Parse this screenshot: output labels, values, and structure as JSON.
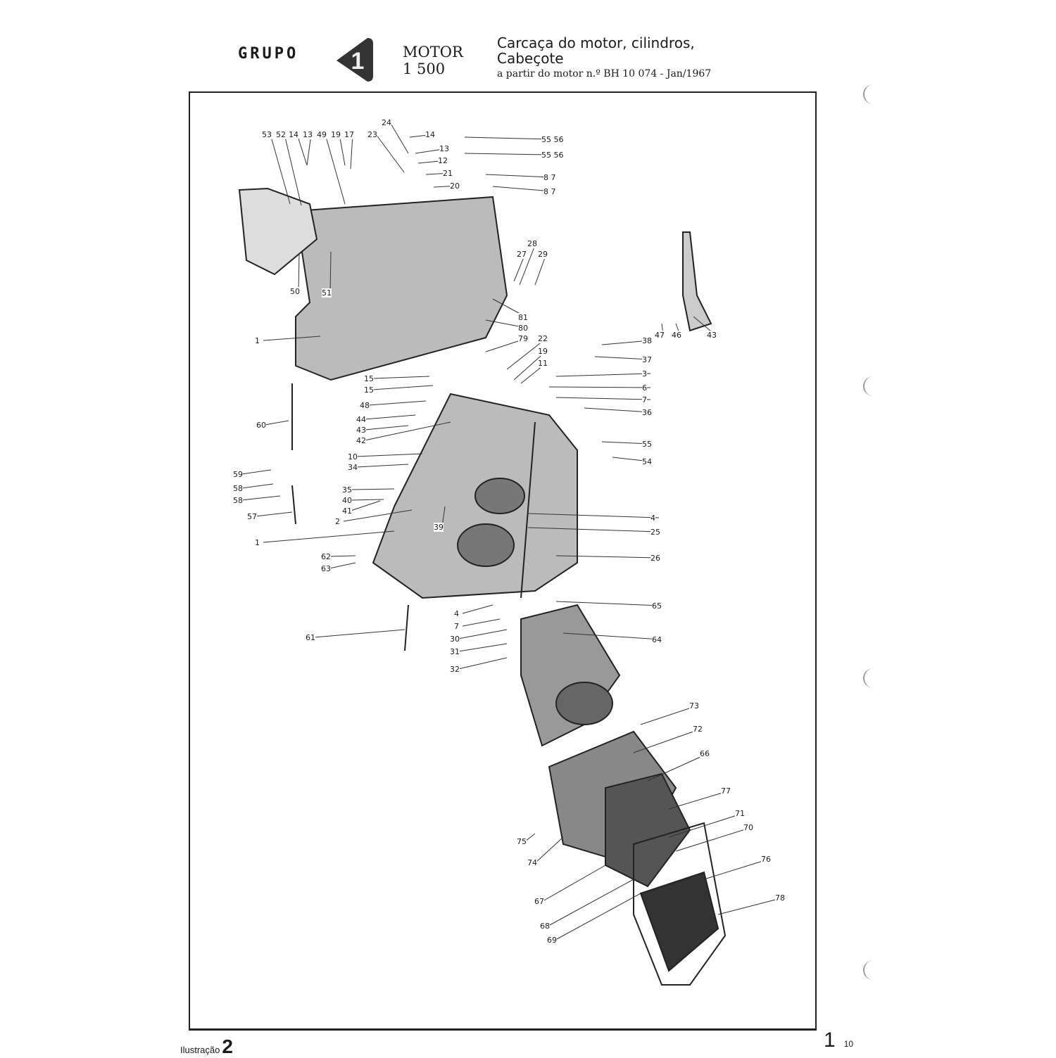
{
  "header": {
    "group_label": "GRUPO",
    "group_number": "1",
    "section": "MOTOR",
    "engine": "1 500",
    "title_line1": "Carcaça do motor, cilindros,",
    "title_line2": "Cabeçote",
    "subtitle": "a partir do motor n.º BH 10 074 - Jan/1967"
  },
  "footer": {
    "illustration_label": "Ilustração",
    "illustration_number": "2",
    "group_number": "1",
    "page_number": "10"
  },
  "callouts": [
    "53",
    "52",
    "14",
    "13",
    "49",
    "19",
    "17",
    "23",
    "24",
    "14",
    "13",
    "12",
    "21",
    "20",
    "55 56",
    "55 56",
    "8 7",
    "8 7",
    "50",
    "51",
    "1",
    "27",
    "28",
    "29",
    "81",
    "80",
    "79",
    "22",
    "19",
    "11",
    "15",
    "15",
    "48",
    "44",
    "43",
    "42",
    "10",
    "34",
    "35",
    "40",
    "41",
    "2",
    "60",
    "59",
    "58",
    "58",
    "57",
    "1",
    "62",
    "63",
    "39",
    "38",
    "37",
    "3",
    "6",
    "7",
    "36",
    "55",
    "54",
    "4",
    "25",
    "26",
    "65",
    "64",
    "4",
    "7",
    "30",
    "31",
    "32",
    "61",
    "47",
    "46",
    "43",
    "73",
    "72",
    "66",
    "77",
    "71",
    "70",
    "76",
    "78",
    "75",
    "74",
    "67",
    "68",
    "69"
  ]
}
